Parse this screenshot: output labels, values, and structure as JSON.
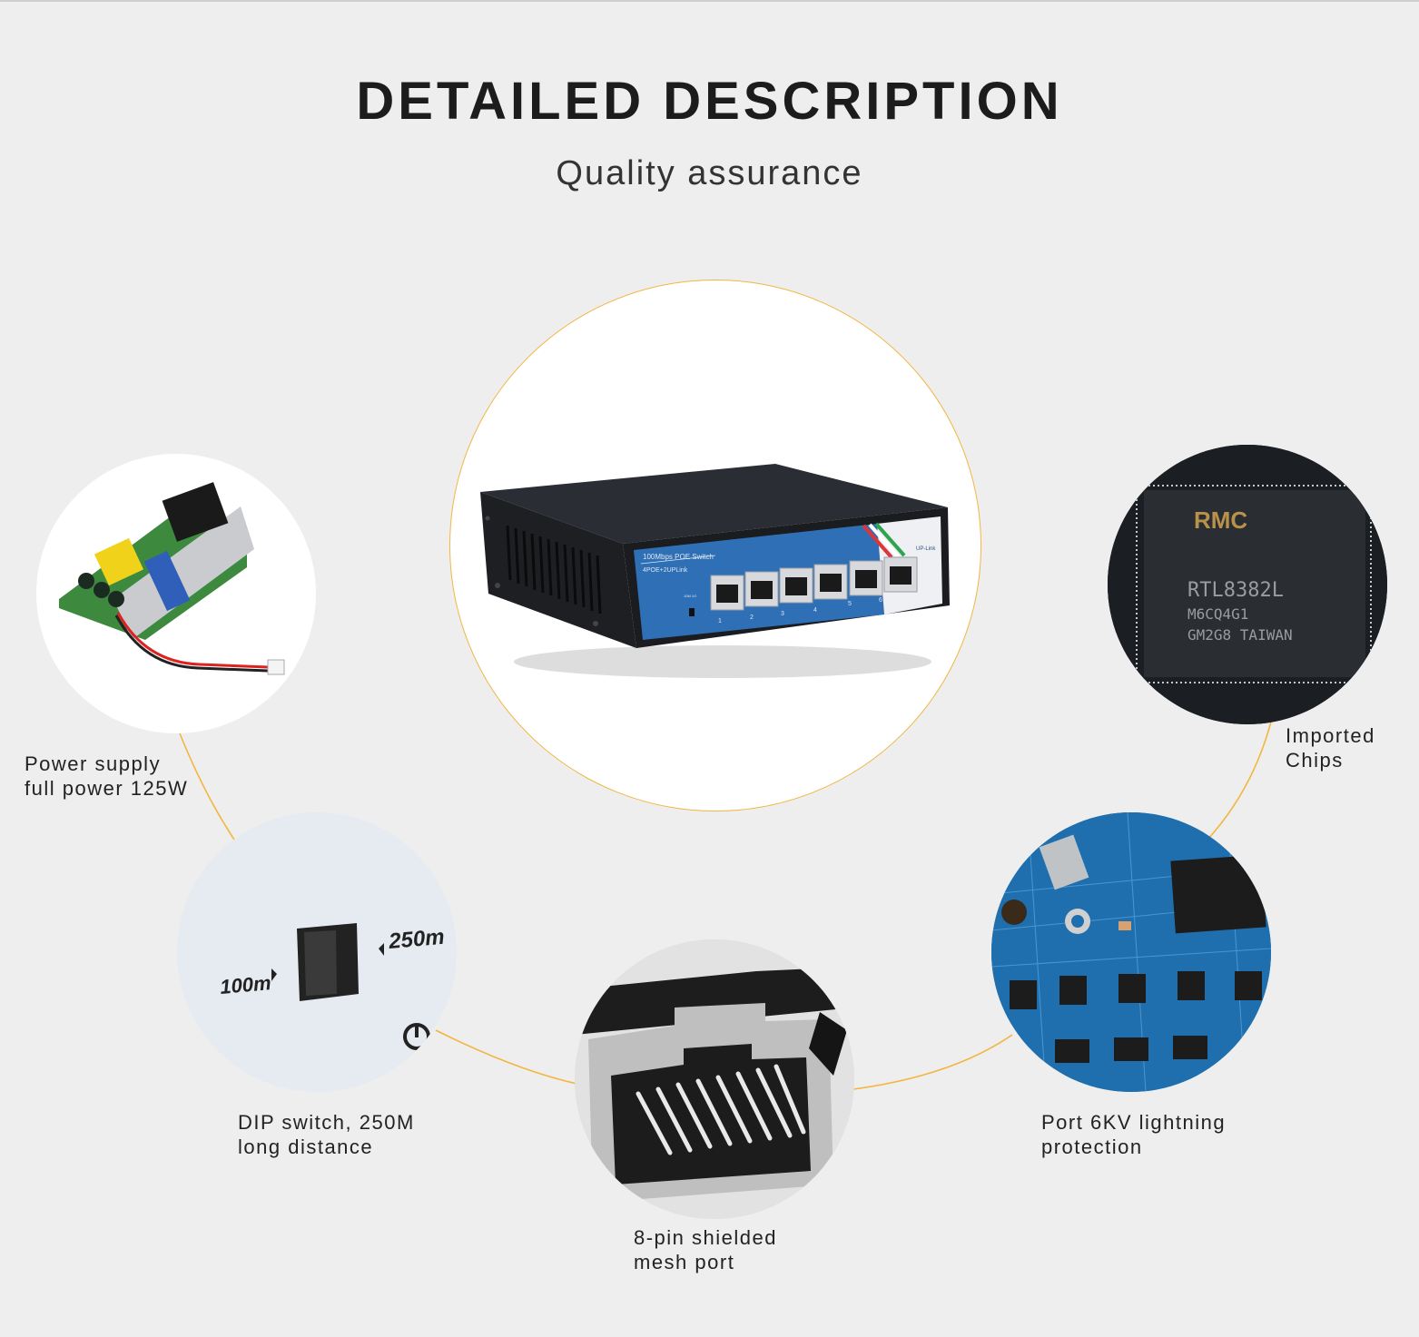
{
  "header": {
    "title": "DETAILED DESCRIPTION",
    "subtitle": "Quality assurance"
  },
  "product": {
    "label_top": "100Mbps POE Switch",
    "label_bottom": "4POE+2UPLink",
    "uplink_label": "UP-Link",
    "dip_labels": "10M  1G",
    "port_numbers": [
      "1",
      "2",
      "3",
      "4",
      "5",
      "6"
    ]
  },
  "features": {
    "power_supply": {
      "line1": "Power supply",
      "line2": "full power 125W"
    },
    "chips": {
      "line1": "Imported",
      "line2": "Chips",
      "chip_text": [
        "RTL8382L",
        "M6CQ4G1",
        "GM2G8 TAIWAN"
      ]
    },
    "dip_switch": {
      "line1": "DIP switch, 250M",
      "line2": "long distance",
      "left_mark": "100m",
      "right_mark": "250m"
    },
    "lightning": {
      "line1": "Port 6KV lightning",
      "line2": "protection"
    },
    "port": {
      "line1": "8-pin shielded",
      "line2": "mesh port"
    }
  },
  "colors": {
    "accent": "#f2b640",
    "switch_blue": "#2f6fb5",
    "pcb_blue": "#1f6fae"
  }
}
